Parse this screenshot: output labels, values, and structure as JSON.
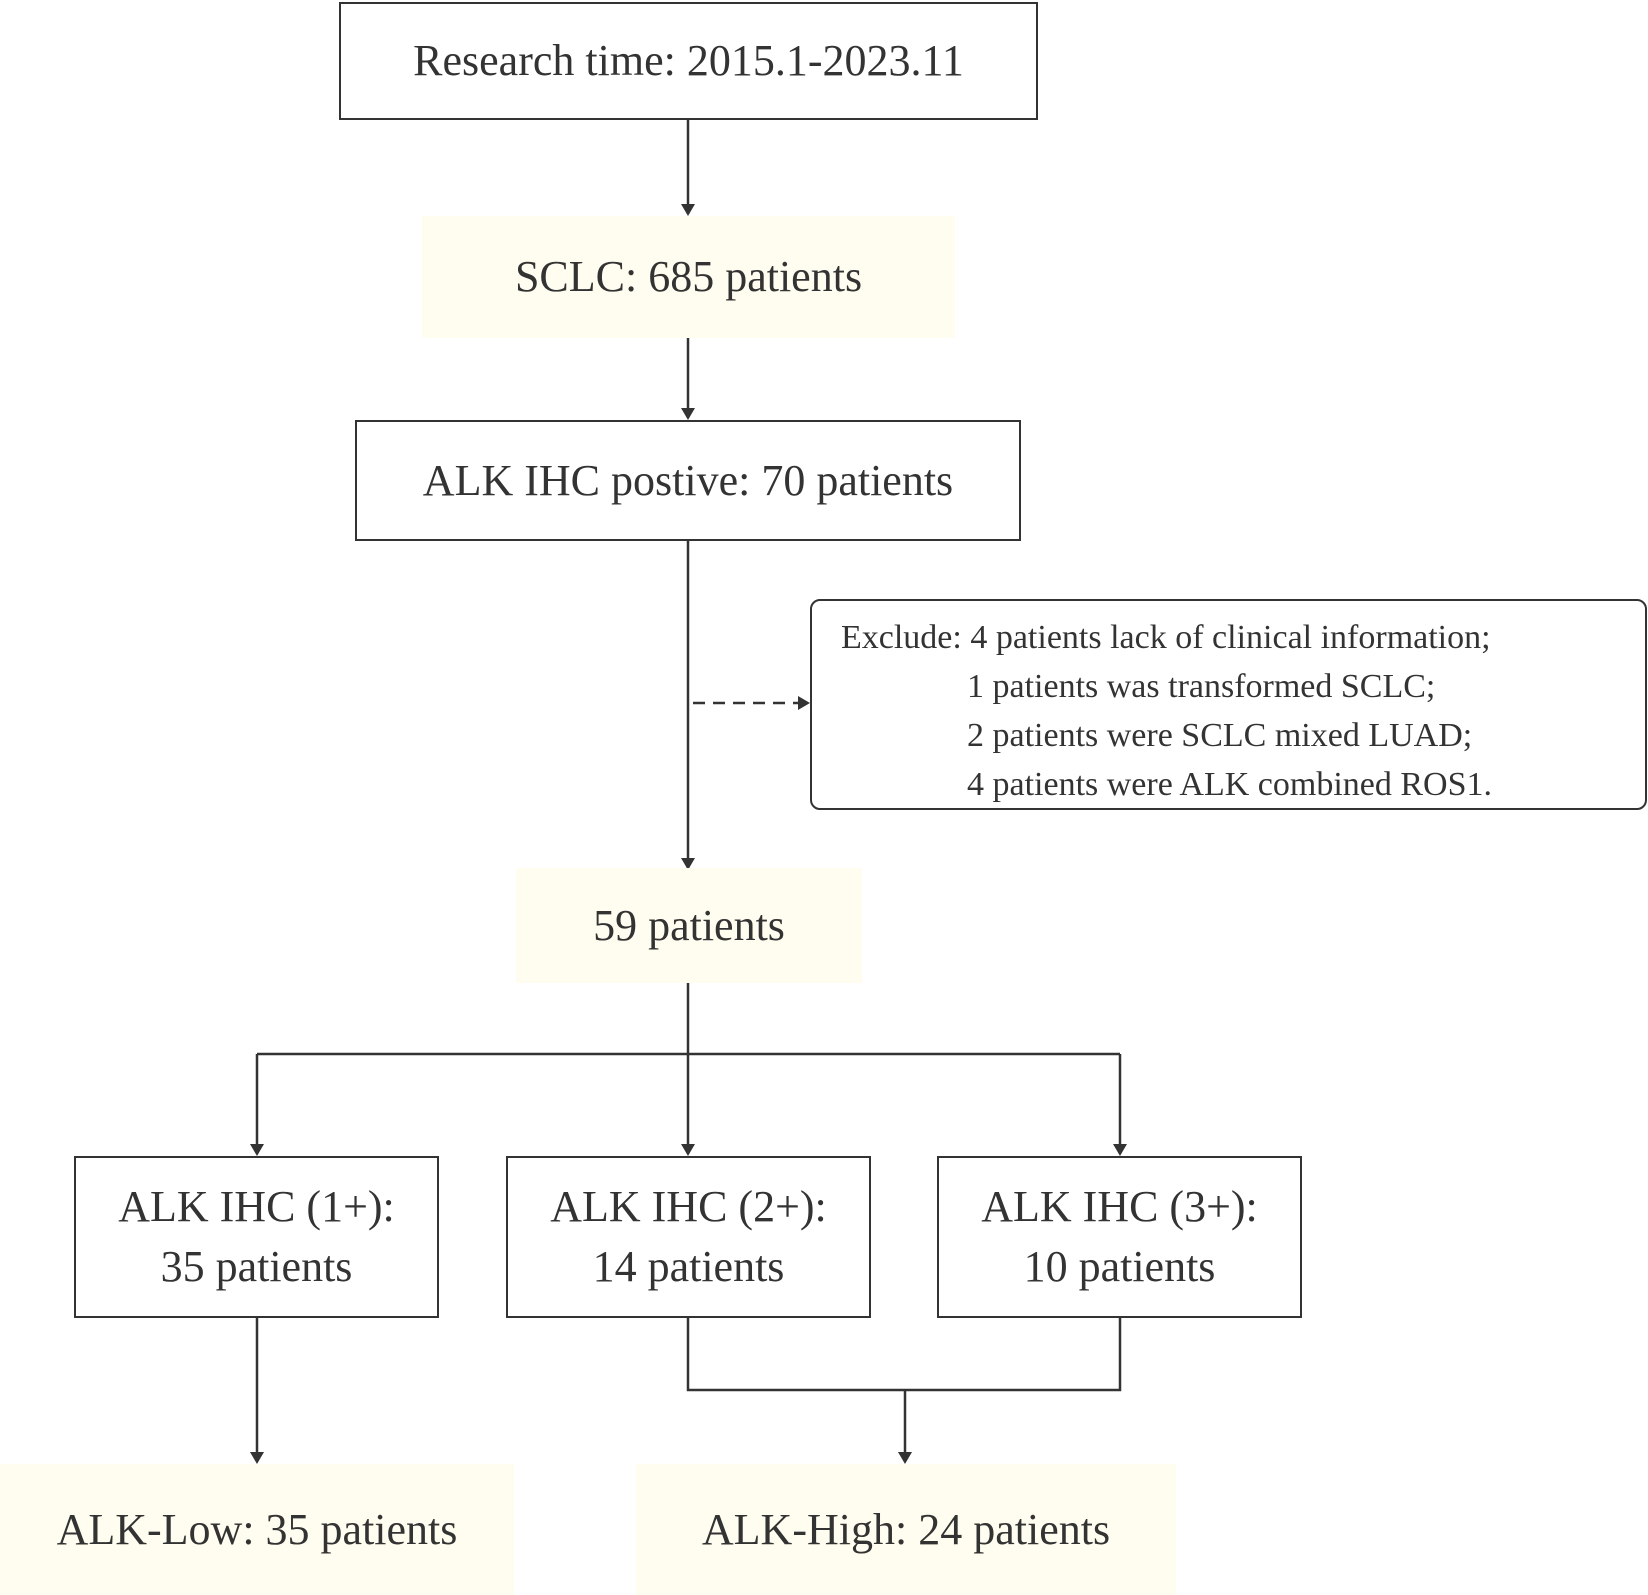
{
  "nodes": {
    "research_time": "Research time: 2015.1-2023.11",
    "sclc": "SCLC: 685 patients",
    "alk_ihc_positive": "ALK IHC postive: 70 patients",
    "exclude": {
      "lines": [
        "Exclude: 4 patients lack of clinical information;",
        "1 patients was transformed SCLC;",
        "2 patients were SCLC mixed LUAD;",
        "4 patients were ALK combined ROS1."
      ]
    },
    "remaining": "59 patients",
    "ihc_1plus": {
      "label": "ALK IHC (1+):",
      "count": "35 patients"
    },
    "ihc_2plus": {
      "label": "ALK IHC (2+):",
      "count": "14 patients"
    },
    "ihc_3plus": {
      "label": "ALK IHC (3+):",
      "count": "10 patients"
    },
    "alk_low": "ALK-Low: 35 patients",
    "alk_high": "ALK-High: 24 patients"
  },
  "colors": {
    "line": "#333333",
    "shaded_fill": "#fefdef",
    "box_fill": "#ffffff"
  }
}
